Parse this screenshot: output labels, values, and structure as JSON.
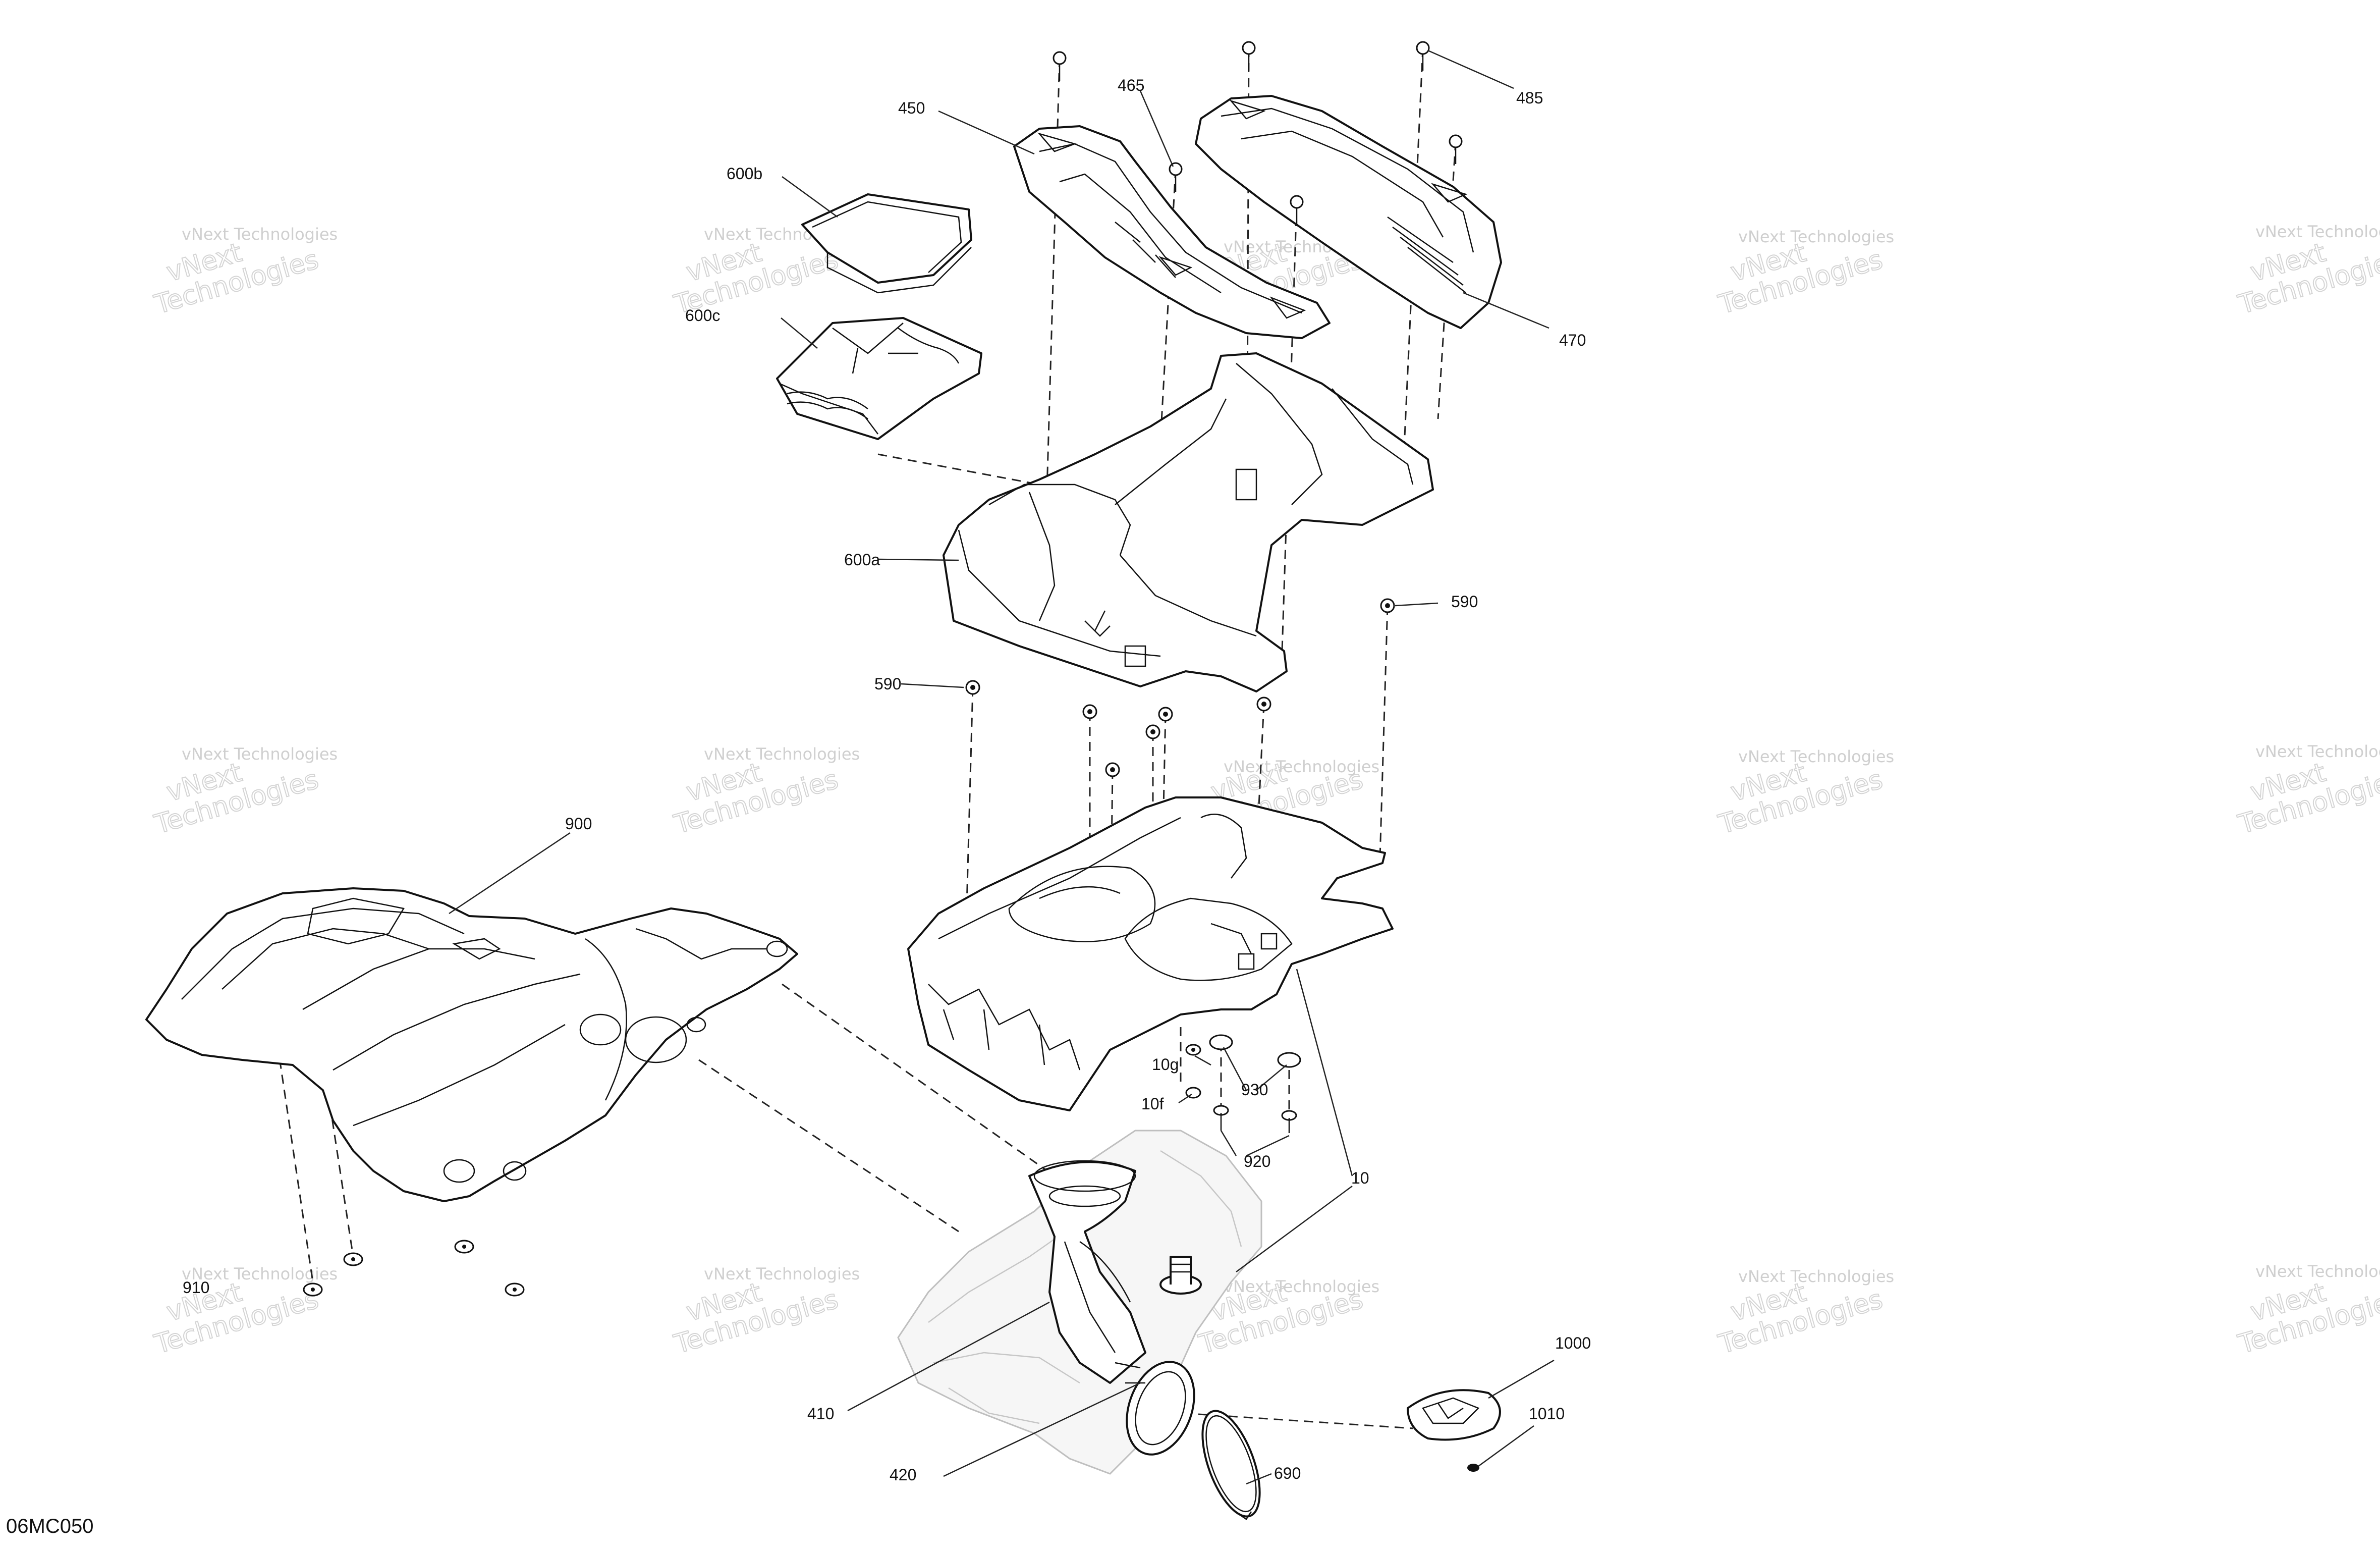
{
  "diagram": {
    "reference_code": "06MC050",
    "watermark_line1": "vNext Technologies",
    "watermark_line2": "vNext",
    "watermark_line3": "Technologies",
    "callouts": {
      "c10": "10",
      "c10f": "10f",
      "c10g": "10g",
      "c410": "410",
      "c420": "420",
      "c450": "450",
      "c465": "465",
      "c470": "470",
      "c485": "485",
      "c590a": "590",
      "c590b": "590",
      "c600a": "600a",
      "c600b": "600b",
      "c600c": "600c",
      "c690": "690",
      "c900": "900",
      "c910": "910",
      "c920": "920",
      "c930": "930",
      "c1000": "1000",
      "c1010": "1010"
    }
  }
}
